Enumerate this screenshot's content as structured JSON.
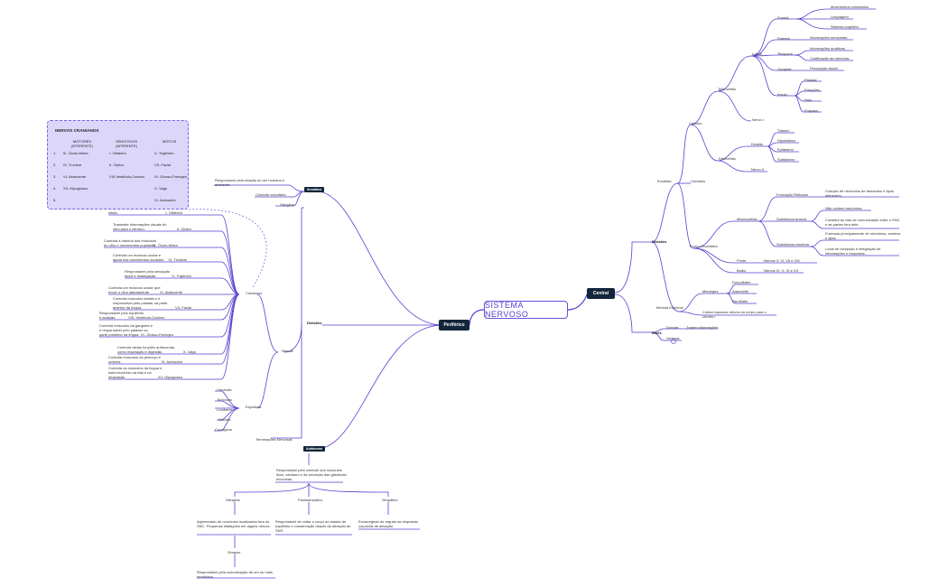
{
  "root": "SISTEMA NERVOSO",
  "central": {
    "label": "Central",
    "divisoes": "Divisões",
    "encefalo": "Encéfalo",
    "cerebro": "Cérebro",
    "telencefalo": "Telencéfalo",
    "lobos": "Lobos",
    "frontal": "Frontal",
    "frontal_items": [
      "Movimentos voluntários",
      "Linguagem",
      "Sistema cognitivo"
    ],
    "parietal": "Parietal",
    "parietal_item": "Informações sensoriais.",
    "temporal": "Temporal",
    "temporal_items": [
      "Informações auditivas.",
      "Codificação da memória."
    ],
    "occipital": "Occipital",
    "occipital_item": "Percepção visual.",
    "insula": "Ínsula",
    "insula_items": [
      "Paladar",
      "Emoções",
      "Nojo",
      "Empatia"
    ],
    "nervo1": "Nervo I",
    "diencefalo": "Diencéfalo",
    "divisao": "Divisão",
    "diencefalo_items": [
      "Tálamo",
      "Hipotálamo",
      "Epitálamo",
      "Subtálamo"
    ],
    "nervo2": "Nervo II",
    "cerebelo": "Cerebelo",
    "tronco": "Tronco Encefálico",
    "mesencefalo": "Mesencéfalo",
    "formacao": "Formação Reticular",
    "formacao_desc": "Coleção de neurônios de tamanhos e tipos diferentes.",
    "branca": "Substância branca",
    "branca_desc1": "Não contem neurônios.",
    "branca_desc2": "Constitui as vias de comunicação entre o SNC e as partes fora dele.",
    "cinzenta": "Substância cinzenta",
    "cinzenta_desc1": "Formada principalmente de neurônios, axônios e glias.",
    "cinzenta_desc2": "Local de recepção e integração de informações e respostas.",
    "ponte": "Ponte",
    "ponte_desc": "Nervos V, VI, VII e VIII",
    "bulbo": "Bulbo",
    "bulbo_desc": "Nervos IX, X, XI e XII",
    "medula": "Medula Espinhal",
    "meninges": "Meninges",
    "meninges_items": [
      "Dura-Máter",
      "Aracnóide",
      "Pia-Máter"
    ],
    "medula_desc": "Coleta impulsos nervos do corpo para o cérebro.",
    "reles": "Relés",
    "dorsais": "Dorsais",
    "dorsais_desc": "Tratam informações.",
    "ventrais": "Ventrais"
  },
  "periferico": {
    "label": "Periférico",
    "divisoes": "Divisões",
    "somatico": "Somático",
    "somatico_desc": "Responsável pela relação do ser humano e ambiente.",
    "controle": "Controle voluntário.",
    "ganglios_top": "Gânglios",
    "nervos": "Nervos",
    "cranianos": "Cranianos",
    "cranial": [
      {
        "n": "I- Olfatório",
        "d": "Responsável pelo sentido do olfato."
      },
      {
        "n": "II- Óptico",
        "d": "Transmite informações visuais do olho para o cérebro."
      },
      {
        "n": "III- Óculo-Motor",
        "d": "Controla a maioria dos músculos do olho e movimentos pupilares."
      },
      {
        "n": "IV- Troclear",
        "d": "Controla um músculo ocular e ajuda nos movimentos oculares."
      },
      {
        "n": "V- Trigêmeo",
        "d": "Responsável pela sensação facial e mastigação."
      },
      {
        "n": "VI- Abducente",
        "d": "Controla um músculo ocular que move o olho lateralmente."
      },
      {
        "n": "VII- Facial",
        "d": "Controla músculos faciais e é responsável pelo paladar na parte anterior da língua."
      },
      {
        "n": "VIII- Vestíbulo-Coclear",
        "d": "Responsável pelo equilíbrio e audição."
      },
      {
        "n": "IX- Glosso-Faríngeo",
        "d": "Controla músculos da garganta e é responsável pelo paladar na parte posterior da língua."
      },
      {
        "n": "X- Vago",
        "d": "Controla várias funções autônomas, como respiração e digestão."
      },
      {
        "n": "XI- Acessório",
        "d": "Controla músculos do pescoço e ombros."
      },
      {
        "n": "XII- Hipoglosso",
        "d": "Controla os músculos da língua e está envolvido na fala e na deglutição."
      }
    ],
    "espinhais": "Espinhais",
    "espinhais_items": [
      "Cervicais",
      "Torácicos",
      "Lombares",
      "Sacrais",
      "Coccígeos"
    ],
    "terminacoes": "Terminações Nervosas",
    "autonomo": "Autônomo",
    "autonomo_desc": "Responsável pelo controle dos músculos lisos, cardíaco e da secreção das glândulas exócrinas.",
    "ganglios": "Gânglios",
    "ganglios_desc": "Aglomerado de neurônios localizados fora do SNC. Pequenas dilatações em alguns nervos.",
    "parassimpatico": "Parassimpático",
    "parassimpatico_desc": "Responsável de voltar o corpo ao estado de equilíbrio e conservação depois da ativação do SNS.",
    "simpatico": "Simpático",
    "simpatico_desc": "Encarregado de regular as respostas corporais de ativação.",
    "sinapse": "Sinapse",
    "sinapse_desc": "Responsável pela comunicação de um ou mais neurônios."
  },
  "legend": {
    "title": "NERVOS CRANIANOS",
    "col1": "MOTORES (EFERENTE)",
    "col2": "SENSITIVOS (AFERENTE)",
    "col3": "MISTOS",
    "rows": [
      {
        "num": "1.",
        "a": "III- Óculo-Motor",
        "b": "I- Olfatório",
        "c": "V- Trigêmeo"
      },
      {
        "num": "2.",
        "a": "IV- Troclear",
        "b": "II- Óptico",
        "c": "VII- Facial"
      },
      {
        "num": "3.",
        "a": "VI- Abducente",
        "b": "VIII-Vestíbulo-Coclear",
        "c": "IX- Glosso-Faríngeo"
      },
      {
        "num": "4.",
        "a": "XII- Hipoglosso",
        "b": "",
        "c": "X- Vago"
      },
      {
        "num": "5.",
        "a": "",
        "b": "",
        "c": "XI- Acessório"
      }
    ]
  },
  "colors": {
    "line": "#5a3fd0",
    "hub": "#13253a",
    "legend_bg": "#ddd6fb"
  }
}
